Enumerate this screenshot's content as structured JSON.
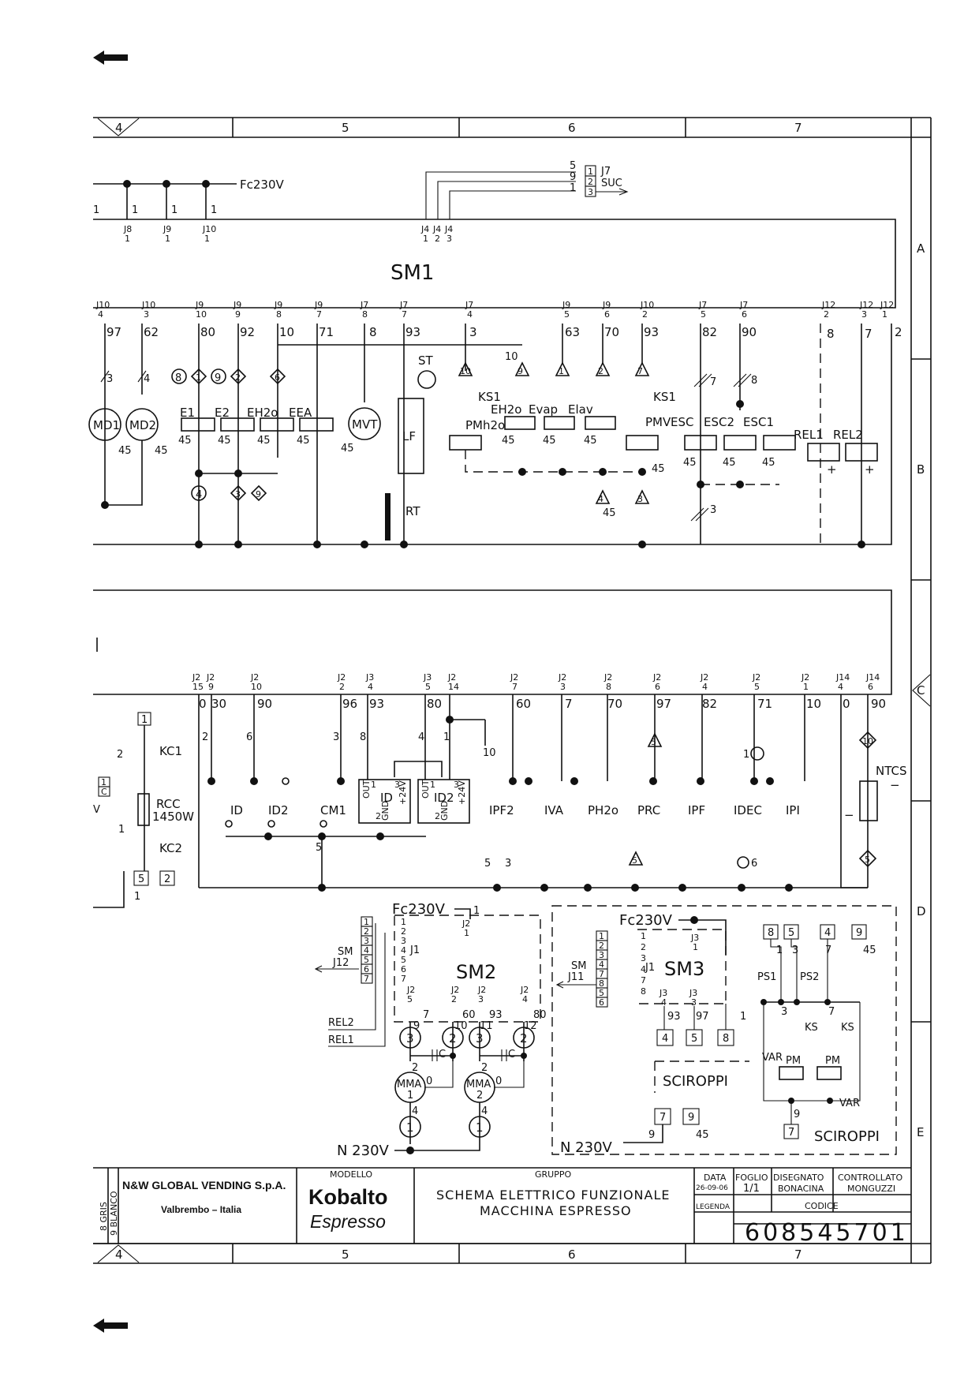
{
  "nav": {
    "back_top": "back-arrow",
    "back_bottom": "back-arrow"
  },
  "frame": {
    "columns_top": [
      "4",
      "5",
      "6",
      "7"
    ],
    "columns_bottom": [
      "4",
      "5",
      "6",
      "7"
    ],
    "rows": [
      "A",
      "B",
      "C",
      "D",
      "E"
    ]
  },
  "sm1": {
    "title": "SM1",
    "feed": "Fc230V",
    "j7": {
      "pins": [
        "5",
        "9",
        "1"
      ],
      "boxes": [
        "1",
        "2",
        "3"
      ],
      "label": "J7",
      "suc": "SUC"
    },
    "top_conn": [
      "J8",
      "J9",
      "J10"
    ],
    "top_pins": [
      "1",
      "1",
      "1",
      "1"
    ],
    "j4": [
      "J4",
      "J4",
      "J4"
    ],
    "j4_pins": [
      "1",
      "2",
      "3"
    ],
    "header_conn": [
      {
        "c": "J10",
        "p": "4"
      },
      {
        "c": "J10",
        "p": "3"
      },
      {
        "c": "J9",
        "p": "10"
      },
      {
        "c": "J9",
        "p": "9"
      },
      {
        "c": "J9",
        "p": "8"
      },
      {
        "c": "J9",
        "p": "7"
      },
      {
        "c": "J7",
        "p": "8"
      },
      {
        "c": "J7",
        "p": "7"
      },
      {
        "c": "J7",
        "p": "4"
      },
      {
        "c": "J9",
        "p": "5"
      },
      {
        "c": "J9",
        "p": "6"
      },
      {
        "c": "J10",
        "p": "2"
      },
      {
        "c": "J7",
        "p": "5"
      },
      {
        "c": "J7",
        "p": "6"
      },
      {
        "c": "J12",
        "p": "2"
      },
      {
        "c": "J12",
        "p": "3"
      },
      {
        "c": "J12",
        "p": "1"
      }
    ],
    "wires": [
      "97",
      "62",
      "80",
      "92",
      "10",
      "71",
      "8",
      "93",
      "3",
      "63",
      "70",
      "93",
      "82",
      "90",
      "8",
      "7",
      "2"
    ],
    "components": [
      "MD1",
      "MD2",
      "E1",
      "E2",
      "EH2o",
      "EEA",
      "MVT",
      "ST",
      "LF",
      "RT",
      "KS1",
      "PMh2o",
      "EH2o",
      "Evap",
      "Elav",
      "KS1",
      "PMV",
      "ESC",
      "ESC2",
      "ESC1",
      "REL1",
      "REL2"
    ],
    "markers": [
      "8",
      "1",
      "9",
      "2",
      "6",
      "10",
      "9",
      "1",
      "2",
      "7",
      "4",
      "3",
      "9",
      "4",
      "3"
    ],
    "ground": "45",
    "counts": [
      "3",
      "4",
      "7",
      "8",
      "3",
      "10"
    ],
    "plus": "+"
  },
  "lower": {
    "header_conn": [
      {
        "c": "J2",
        "p": "15"
      },
      {
        "c": "J2",
        "p": "9"
      },
      {
        "c": "J2",
        "p": "10"
      },
      {
        "c": "J2",
        "p": "2"
      },
      {
        "c": "J3",
        "p": "4"
      },
      {
        "c": "J3",
        "p": "5"
      },
      {
        "c": "J2",
        "p": "14"
      },
      {
        "c": "J2",
        "p": "7"
      },
      {
        "c": "J2",
        "p": "3"
      },
      {
        "c": "J2",
        "p": "8"
      },
      {
        "c": "J2",
        "p": "6"
      },
      {
        "c": "J2",
        "p": "4"
      },
      {
        "c": "J2",
        "p": "5"
      },
      {
        "c": "J2",
        "p": "1"
      },
      {
        "c": "J14",
        "p": "4"
      },
      {
        "c": "J14",
        "p": "6"
      }
    ],
    "wires": [
      "0",
      "30",
      "90",
      "96",
      "93",
      "80",
      "60",
      "7",
      "70",
      "97",
      "82",
      "71",
      "10",
      "0",
      "90"
    ],
    "components": [
      "KC1",
      "RCC",
      "1450W",
      "KC2",
      "ID",
      "ID2",
      "CM1",
      "ID",
      "ID2",
      "IPF2",
      "IVA",
      "PH2o",
      "PRC",
      "IPF",
      "IDEC",
      "IPI",
      "NTCS"
    ],
    "id_pins": [
      "OUT",
      "1",
      "3",
      "+24V",
      "2",
      "GND"
    ],
    "counts": [
      "2",
      "6",
      "3",
      "8",
      "4",
      "1",
      "5",
      "2",
      "1",
      "3",
      "1",
      "6",
      "5",
      "1",
      "2",
      "4",
      "2",
      "10",
      "5",
      "1",
      "6",
      "5",
      "3",
      "2",
      "1",
      "C",
      "V"
    ]
  },
  "sm2": {
    "title": "SM2",
    "feed": "Fc230V",
    "feed_pin": "1",
    "j2": "J2",
    "j2pin": "1",
    "sm_j12": [
      "SM",
      "J12"
    ],
    "j1": "J1",
    "boxes": [
      "1",
      "2",
      "3",
      "4",
      "5",
      "6",
      "7"
    ],
    "pins": [
      "1",
      "2",
      "3",
      "4",
      "5",
      "6",
      "7"
    ],
    "bottom_conn": [
      {
        "c": "J2",
        "p": "5"
      },
      {
        "c": "J2",
        "p": "2"
      },
      {
        "c": "J2",
        "p": "3"
      },
      {
        "c": "J2",
        "p": "4"
      }
    ],
    "wires": [
      "7",
      "9",
      "60",
      "10",
      "93",
      "11",
      "80",
      "12"
    ],
    "rel": [
      "REL2",
      "REL1"
    ],
    "motors": [
      "MMA",
      "MMA"
    ],
    "motor_nums": [
      "1",
      "2"
    ],
    "circles": [
      "3",
      "2",
      "3",
      "2",
      "1",
      "1"
    ],
    "nums": [
      "2",
      "0",
      "4",
      "2",
      "0",
      "4"
    ],
    "cap": "C",
    "neutral": "N 230V"
  },
  "sm3": {
    "title": "SM3",
    "feed": "Fc230V",
    "sm_j11": [
      "SM",
      "J11"
    ],
    "j1": "J1",
    "boxes": [
      "1",
      "2",
      "3",
      "4",
      "7",
      "8",
      "5",
      "6"
    ],
    "pins": [
      "1",
      "2",
      "3",
      "4",
      "7",
      "8"
    ],
    "j3": [
      {
        "c": "J3",
        "p": "1"
      },
      {
        "c": "J3",
        "p": "4"
      },
      {
        "c": "J3",
        "p": "3"
      }
    ],
    "wires": [
      "93",
      "97",
      "1"
    ],
    "out_boxes": [
      "4",
      "5",
      "8"
    ],
    "sciroppi": "SCIROPPI",
    "neutral": "N 230V",
    "bottom_boxes": [
      "7",
      "9"
    ],
    "bottom_nums": [
      "9",
      "45"
    ],
    "right_boxes": [
      "8",
      "5",
      "4",
      "9"
    ],
    "right_nums": [
      "1",
      "3",
      "7",
      "45"
    ],
    "right_components": [
      "PS1",
      "PS2",
      "KS",
      "KS",
      "VAR",
      "PM",
      "PM",
      "VAR"
    ],
    "right_misc": [
      "3",
      "7",
      "9"
    ],
    "right_bottom_box": "7",
    "sciroppi2": "SCIROPPI"
  },
  "titleblock": {
    "side_codes": [
      "8 GRIS",
      "9 BLANCO"
    ],
    "company": "N&W GLOBAL VENDING S.p.A.",
    "city": "Valbrembo – Italia",
    "modello_label": "MODELLO",
    "model_name": "Kobalto",
    "model_sub": "Espresso",
    "gruppo_label": "GRUPPO",
    "description_1": "SCHEMA ELETTRICO FUNZIONALE",
    "description_2": "MACCHINA ESPRESSO",
    "data_label": "DATA",
    "data_value": "26-09-06",
    "foglio_label": "FOGLIO",
    "foglio_value": "1/1",
    "disegnato_label": "DISEGNATO",
    "disegnato_value": "BONACINA",
    "controllato_label": "CONTROLLATO",
    "controllato_value": "MONGUZZI",
    "legenda_label": "LEGENDA",
    "codice_label": "CODICE",
    "codice_value": "608545701"
  }
}
